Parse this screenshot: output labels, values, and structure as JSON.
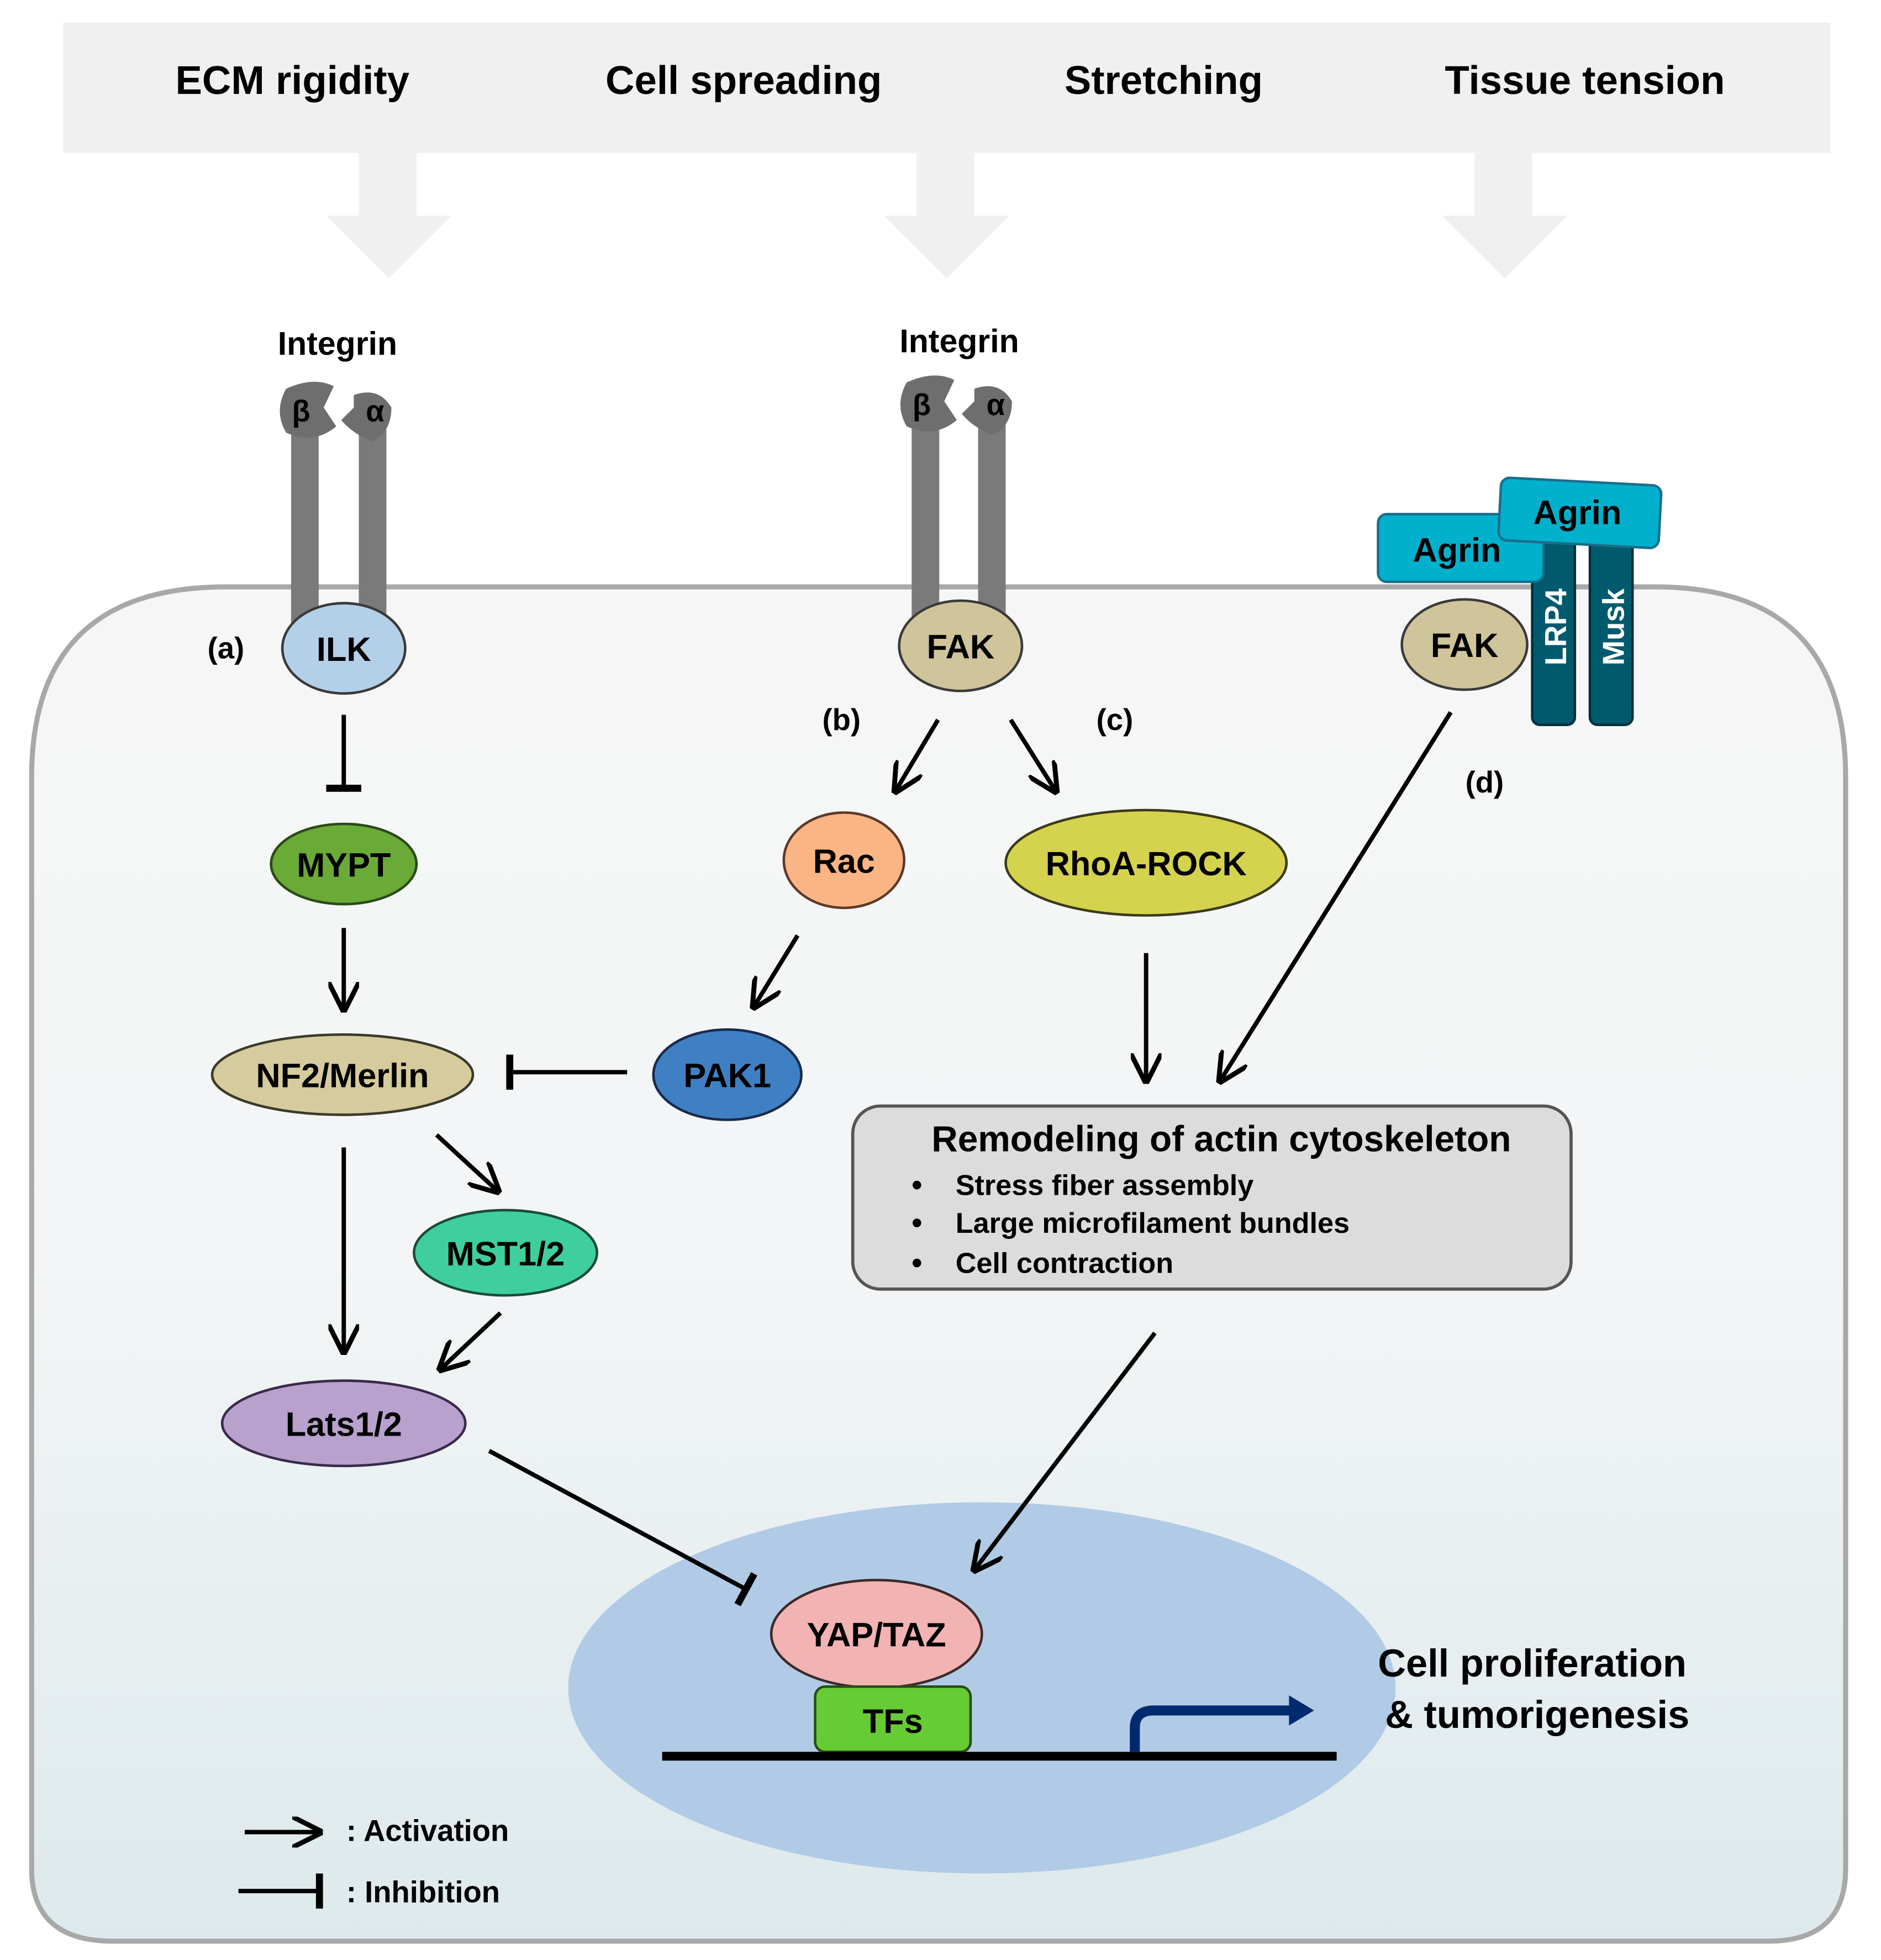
{
  "stimuli": [
    "ECM rigidity",
    "Cell spreading",
    "Stretching",
    "Tissue tension"
  ],
  "receptors": {
    "integrin_left": {
      "label": "Integrin",
      "beta": "β",
      "alpha": "α"
    },
    "integrin_mid": {
      "label": "Integrin",
      "beta": "β",
      "alpha": "α"
    },
    "agrin_1": "Agrin",
    "agrin_2": "Agrin",
    "lrp4": "LRP4",
    "musk": "Musk"
  },
  "pathway_labels": {
    "a": "(a)",
    "b": "(b)",
    "c": "(c)",
    "d": "(d)"
  },
  "nodes": {
    "ilk": "ILK",
    "fak_mid": "FAK",
    "fak_right": "FAK",
    "mypt": "MYPT",
    "rac": "Rac",
    "rhoa_rock": "RhoA-ROCK",
    "nf2_merlin": "NF2/Merlin",
    "pak1": "PAK1",
    "mst12": "MST1/2",
    "lats12": "Lats1/2",
    "yap_taz": "YAP/TAZ",
    "tfs": "TFs"
  },
  "node_colors": {
    "ilk": "#b4cfe8",
    "fak": "#cfc49a",
    "mypt": "#6aaa36",
    "rac": "#fbb585",
    "rhoa_rock": "#d5d34e",
    "nf2_merlin": "#d6cb9c",
    "pak1": "#3f80c4",
    "mst12": "#3fcf9f",
    "lats12": "#b8a1cd",
    "yap_taz": "#f2b3b3",
    "tfs": "#66cc33",
    "agrin": "#00b0cc",
    "lrp4_musk": "#005a6e",
    "nucleus": "#b1cbe6",
    "transcription_arrow": "#002a6e"
  },
  "remodeling_box": {
    "title": "Remodeling of actin cytoskeleton",
    "items": [
      "Stress fiber assembly",
      "Large microfilament bundles",
      "Cell contraction"
    ]
  },
  "outcome": {
    "line1": "Cell proliferation",
    "line2": "& tumorigenesis"
  },
  "legend": {
    "activation": ": Activation",
    "inhibition": ": Inhibition"
  }
}
